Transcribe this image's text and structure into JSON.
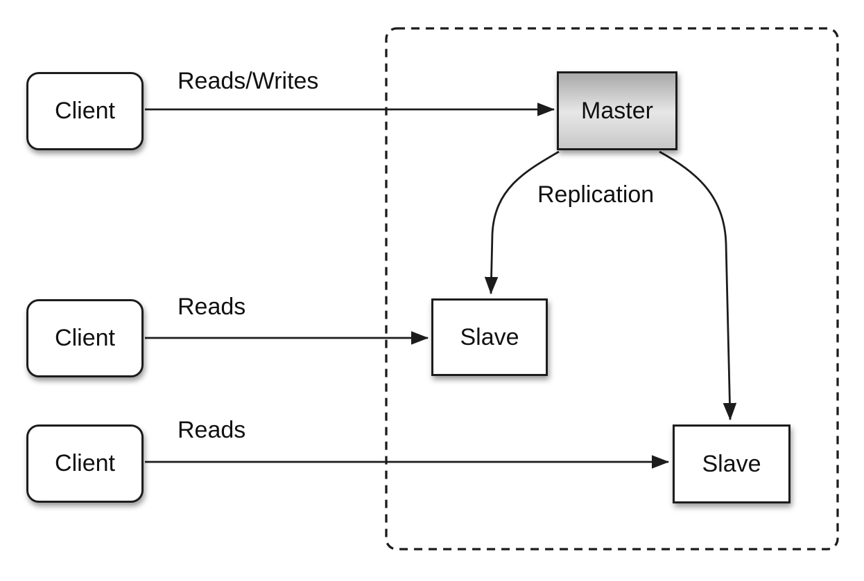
{
  "nodes": {
    "client1": {
      "label": "Client"
    },
    "client2": {
      "label": "Client"
    },
    "client3": {
      "label": "Client"
    },
    "master": {
      "label": "Master"
    },
    "slave1": {
      "label": "Slave"
    },
    "slave2": {
      "label": "Slave"
    }
  },
  "edges": {
    "client1_master": {
      "label": "Reads/Writes"
    },
    "client2_slave1": {
      "label": "Reads"
    },
    "client3_slave2": {
      "label": "Reads"
    },
    "master_slaves": {
      "label": "Replication"
    }
  },
  "colors": {
    "background": "#ffffff",
    "stroke": "#1c1c1c",
    "node_fill": "#ffffff",
    "master_fill_top": "#a9a9a9",
    "master_fill_mid": "#e7e7e7",
    "master_fill_bottom": "#c8c8c8",
    "text": "#111111"
  }
}
